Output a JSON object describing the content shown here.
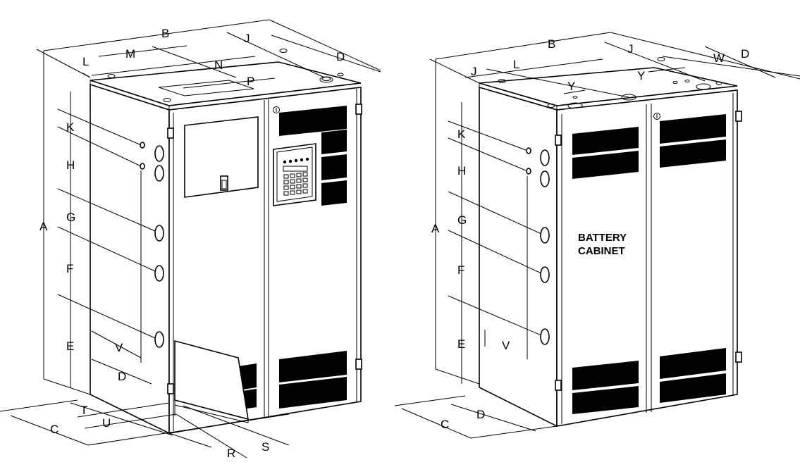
{
  "left_cabinet": {
    "labels": [
      "A",
      "B",
      "C",
      "D",
      "D",
      "E",
      "F",
      "G",
      "H",
      "J",
      "K",
      "L",
      "M",
      "N",
      "P",
      "R",
      "S",
      "T",
      "U",
      "V"
    ]
  },
  "right_cabinet": {
    "title_line1": "BATTERY",
    "title_line2": "CABINET",
    "labels": [
      "A",
      "B",
      "C",
      "D",
      "D",
      "E",
      "F",
      "G",
      "H",
      "J",
      "J",
      "K",
      "L",
      "V",
      "W",
      "Y",
      "Y"
    ]
  }
}
